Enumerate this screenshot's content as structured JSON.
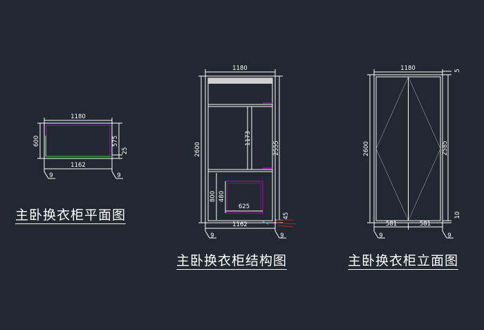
{
  "colors": {
    "background": "#222831",
    "line": "#ffffff",
    "dim": "#d8d8d8",
    "accent_magenta": "#c000c0",
    "accent_green": "#3cd23c",
    "accent_red": "#e02020",
    "accent_cyan": "#20c8d8"
  },
  "plan": {
    "title": "主卧换衣柜平面图",
    "dim_top": "1180",
    "dim_bottom": "1162",
    "dim_left": "600",
    "dim_right": "575",
    "dim_right_small": "25",
    "dim_side_left": "9",
    "dim_side_right": "9"
  },
  "structure": {
    "title": "主卧换衣柜结构图",
    "dim_top": "1180",
    "dim_bottom": "1162",
    "dim_left": "2600",
    "dim_right": "2555",
    "dim_right_small": "45",
    "dim_mid": "1173",
    "dim_drawer_width": "625",
    "dim_lower_height": "800",
    "dim_drawer_height": "480",
    "dim_side_left": "9",
    "dim_side_right": "9"
  },
  "elevation": {
    "title": "主卧换衣柜立面图",
    "dim_top": "1180",
    "dim_top_small": "5",
    "dim_left": "2600",
    "dim_right": "2585",
    "dim_right_small": "10",
    "dim_bottom_left": "581",
    "dim_bottom_right": "581",
    "dim_side_left": "9",
    "dim_side_right": "9"
  }
}
